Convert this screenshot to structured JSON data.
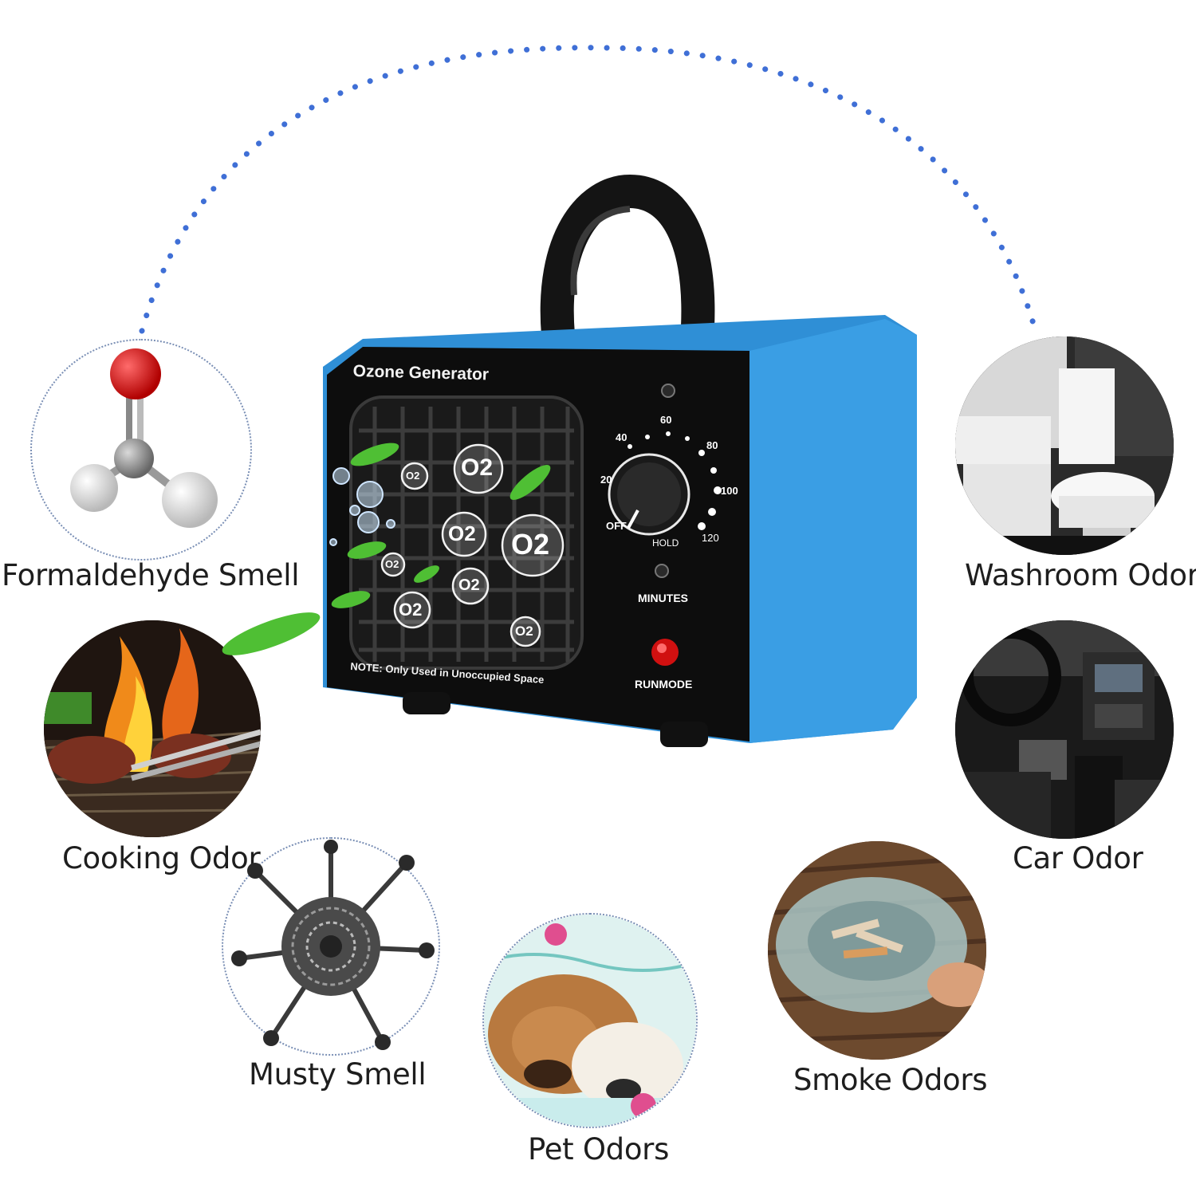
{
  "device": {
    "title": "Ozone Generator",
    "note": "NOTE: Only Used in Unoccupied Space",
    "timer_labels": [
      "60",
      "40",
      "80",
      "20",
      "100",
      "OFF",
      "120"
    ],
    "hold_label": "HOLD",
    "minutes_label": "MINUTES",
    "runmode_label": "RUNMODE",
    "molecule_labels": [
      "O2",
      "O2",
      "O2",
      "O2",
      "O2",
      "O2",
      "O2",
      "O2"
    ]
  },
  "odors": [
    {
      "label": "Formaldehyde Smell"
    },
    {
      "label": "Washroom Odor"
    },
    {
      "label": "Cooking Odor"
    },
    {
      "label": "Car Odor"
    },
    {
      "label": "Musty Smell"
    },
    {
      "label": "Smoke Odors"
    },
    {
      "label": "Pet Odors"
    }
  ],
  "colors": {
    "device_blue": "#2f8fd6",
    "panel_black": "#0d0d0d",
    "arc_dots": "#3f6fd6",
    "runmode_light": "#d01010"
  }
}
